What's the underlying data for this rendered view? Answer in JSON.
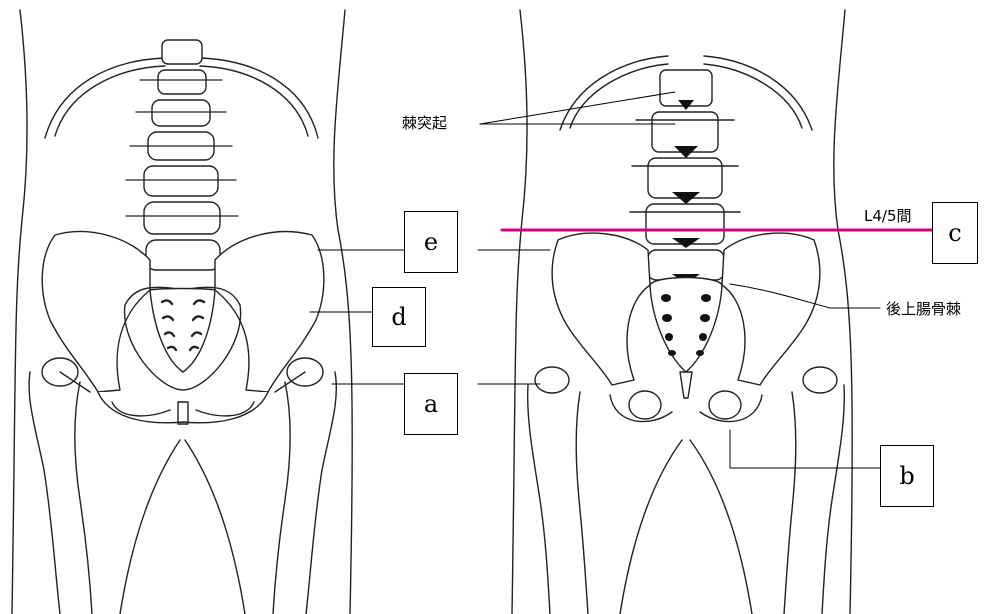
{
  "answer_boxes": [
    "e",
    "d",
    "a",
    "c",
    "b"
  ],
  "labels": {
    "spinous_process": "棘突起",
    "l45_level": "L4/5間",
    "psis": "後上腸骨棘"
  },
  "colors": {
    "level_line": "#d6007f",
    "outline": "#222222",
    "fill": "#ffffff"
  }
}
